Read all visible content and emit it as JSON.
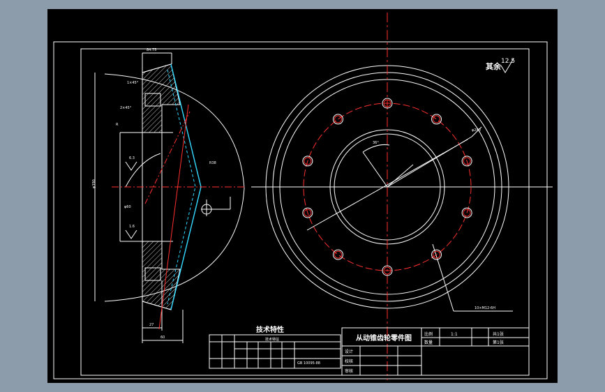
{
  "drawing": {
    "tech_title": "技术特性",
    "table_main_label": "从动锥齿轮零件图",
    "title_block": {
      "scale_label": "比例",
      "scale_value": "1:1",
      "qty_label": "数量",
      "sheet_label": "共1张",
      "sheet_no": "第1张",
      "designer": "设计",
      "checker": "校核",
      "approver": "审核"
    },
    "roughness_note": "其余",
    "roughness_value": "12.5",
    "spec_header": "技术特征",
    "spec_row": "GB 10095-88",
    "hole_callout": "10×M12-6H",
    "dim_labels": {
      "d_top": "84.75",
      "r_mark": "R",
      "chamfer_a": "1×45°",
      "chamfer_b": "2×45°",
      "ra_a": "6.3",
      "ra_b": "1.6",
      "dia_left": "φ390",
      "dia_center": "φ60",
      "w_bottom": "27",
      "w_bottom2": "60",
      "angle": "36°",
      "pcd": "φ280",
      "r38": "R38"
    }
  }
}
